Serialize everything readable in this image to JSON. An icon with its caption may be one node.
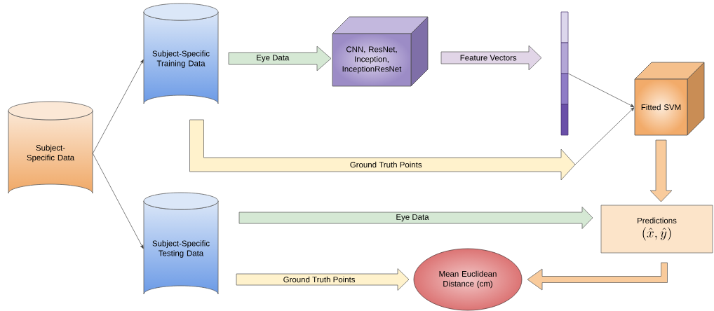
{
  "diagram": {
    "nodes": [
      {
        "text": [
          "Subject-Specific Data"
        ]
      },
      {
        "text": [
          "Subject-Specific Training Data"
        ]
      },
      {
        "text": [
          "Subject-Specific Testing Data"
        ]
      },
      {
        "text": [
          "CNN, ResNet, Inception, InceptionResNet"
        ]
      },
      {
        "text": [],
        "shape": "bar"
      },
      {
        "text": [
          "Fitted SVM"
        ]
      },
      {
        "text": [
          "Predictions",
          "(\\hat{x}, \\hat{y})"
        ]
      },
      {
        "text": [
          "Mean Euclidean Distance (cm)"
        ]
      }
    ],
    "edges": [
      {
        "from": 0,
        "to": 1,
        "arrow": "to"
      },
      {
        "from": 0,
        "to": 2,
        "arrow": "to"
      },
      {
        "from": 1,
        "to": 3,
        "arrow": "to",
        "label": "Eye Data",
        "style": "thick",
        "color": "#d5e8d4"
      },
      {
        "from": 3,
        "to": 4,
        "arrow": "to",
        "label": "Feature Vectors",
        "style": "thick",
        "color": "#e1d5e7"
      },
      {
        "from": 1,
        "to": null,
        "arrow": "to",
        "label": "Ground Truth Points",
        "style": "thick",
        "color": "#fff2cc"
      },
      {
        "from": null,
        "to": 5,
        "arrow": "to"
      },
      {
        "from": 4,
        "to": 5,
        "arrow": "to"
      },
      {
        "from": 5,
        "to": 6,
        "arrow": "to",
        "style": "thick",
        "color": "#f9cb9c"
      },
      {
        "from": 2,
        "to": 6,
        "arrow": "to",
        "label": "Eye Data",
        "style": "thick",
        "color": "#d5e8d4"
      },
      {
        "from": 2,
        "to": 7,
        "arrow": "to",
        "label": "Ground Truth Points",
        "style": "thick",
        "color": "#fff2cc"
      },
      {
        "from": 6,
        "to": 7,
        "arrow": "to",
        "style": "thick",
        "color": "#f9cb9c"
      }
    ]
  }
}
